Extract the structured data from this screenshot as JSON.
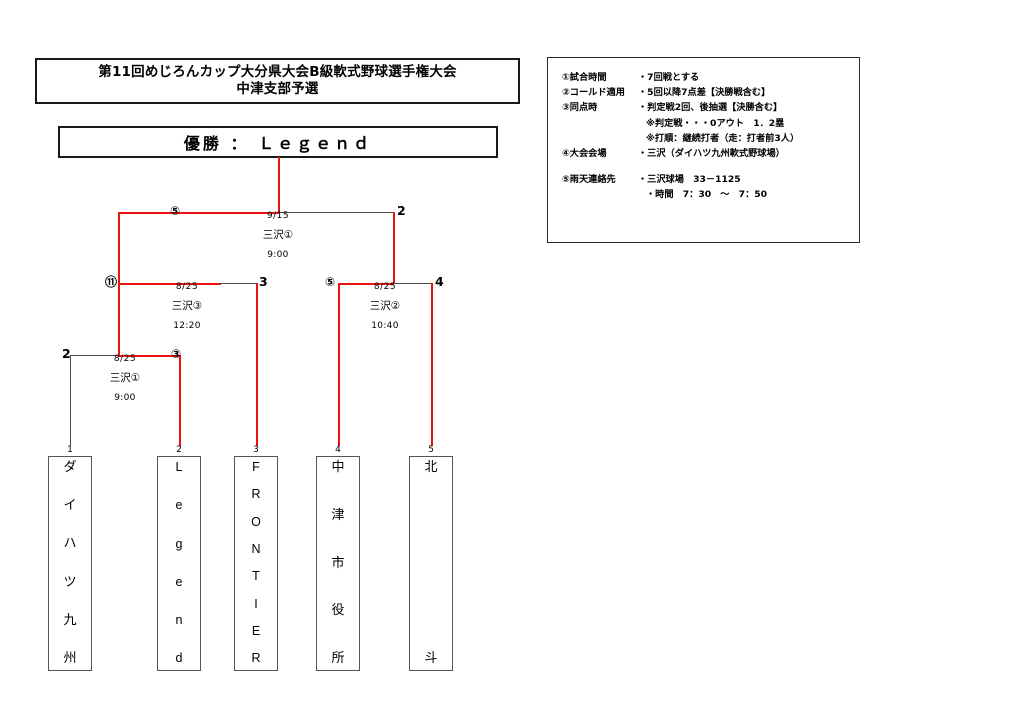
{
  "title": {
    "line1": "第11回めじろんカップ大分県大会B級軟式野球選手権大会",
    "line2": "中津支部予選"
  },
  "champion": {
    "text": "優勝 ： Ｌｅｇｅｎｄ"
  },
  "rules": {
    "items": [
      {
        "label": "①試合時間",
        "value": "・7回戦とする",
        "notes": []
      },
      {
        "label": "②コールド適用",
        "value": "・5回以降7点差【決勝戦含む】",
        "notes": []
      },
      {
        "label": "③同点時",
        "value": "・判定戦2回、後抽選【決勝含む】",
        "notes": [
          "※判定戦・・・0アウト　1．2塁",
          "※打順：継続打者（走：打者前3人）"
        ]
      },
      {
        "label": "④大会会場",
        "value": "・三沢（ダイハツ九州軟式野球場）",
        "notes": []
      },
      {
        "label": "⑤雨天連絡先",
        "value": "・三沢球場　33－1125",
        "notes": [
          "・時間　7：30　～　7：50"
        ]
      }
    ]
  },
  "teams": [
    {
      "seed": "1",
      "name": "ダイハツ九州",
      "chars": [
        "ダ",
        "イ",
        "ハ",
        "ツ",
        "九",
        "州"
      ],
      "latin": false,
      "winner": false
    },
    {
      "seed": "2",
      "name": "Legend",
      "chars": [
        "L",
        "e",
        "g",
        "e",
        "n",
        "d"
      ],
      "latin": true,
      "winner": true
    },
    {
      "seed": "3",
      "name": "FRONTIER",
      "chars": [
        "F",
        "R",
        "O",
        "N",
        "T",
        "I",
        "E",
        "R"
      ],
      "latin": true,
      "winner": true
    },
    {
      "seed": "4",
      "name": "中津市役所",
      "chars": [
        "中",
        "津",
        "市",
        "役",
        "所"
      ],
      "latin": false,
      "winner": true
    },
    {
      "seed": "5",
      "name": "北斗",
      "chars": [
        "北",
        "斗"
      ],
      "latin": false,
      "winner": true
    }
  ],
  "matches": {
    "r1_left": {
      "date": "8/25",
      "venue": "三沢①",
      "time": "9:00",
      "left_score": "2",
      "right_score": "③"
    },
    "qf_left": {
      "date": "8/25",
      "venue": "三沢③",
      "time": "12:20",
      "left_score": "⑪",
      "right_score": "3"
    },
    "qf_right": {
      "date": "8/25",
      "venue": "三沢②",
      "time": "10:40",
      "left_score": "⑤",
      "right_score": "4"
    },
    "final": {
      "date": "9/15",
      "venue": "三沢①",
      "time": "9:00",
      "left_score": "⑤",
      "right_score": "2"
    }
  },
  "colors": {
    "win_line": "#ee1111",
    "lose_line": "#4a4a4a",
    "border": "#1a1a1a"
  }
}
